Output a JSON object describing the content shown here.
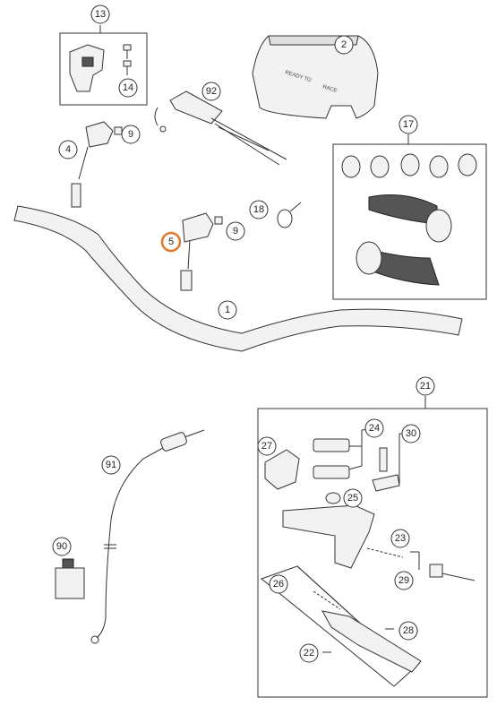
{
  "callouts": {
    "c1": "1",
    "c2": "2",
    "c4": "4",
    "c5": "5",
    "c9a": "9",
    "c9b": "9",
    "c13": "13",
    "c14": "14",
    "c17": "17",
    "c18": "18",
    "c21": "21",
    "c22": "22",
    "c23": "23",
    "c24": "24",
    "c25": "25",
    "c26": "26",
    "c27": "27",
    "c28": "28",
    "c29": "29",
    "c30": "30",
    "c90": "90",
    "c91": "91",
    "c92": "92"
  },
  "pad_text": {
    "left": "READY TO",
    "right": "RACE"
  },
  "colors": {
    "line": "#333333",
    "highlight": "#e07a2e",
    "part_fill": "#f2f2f2"
  }
}
